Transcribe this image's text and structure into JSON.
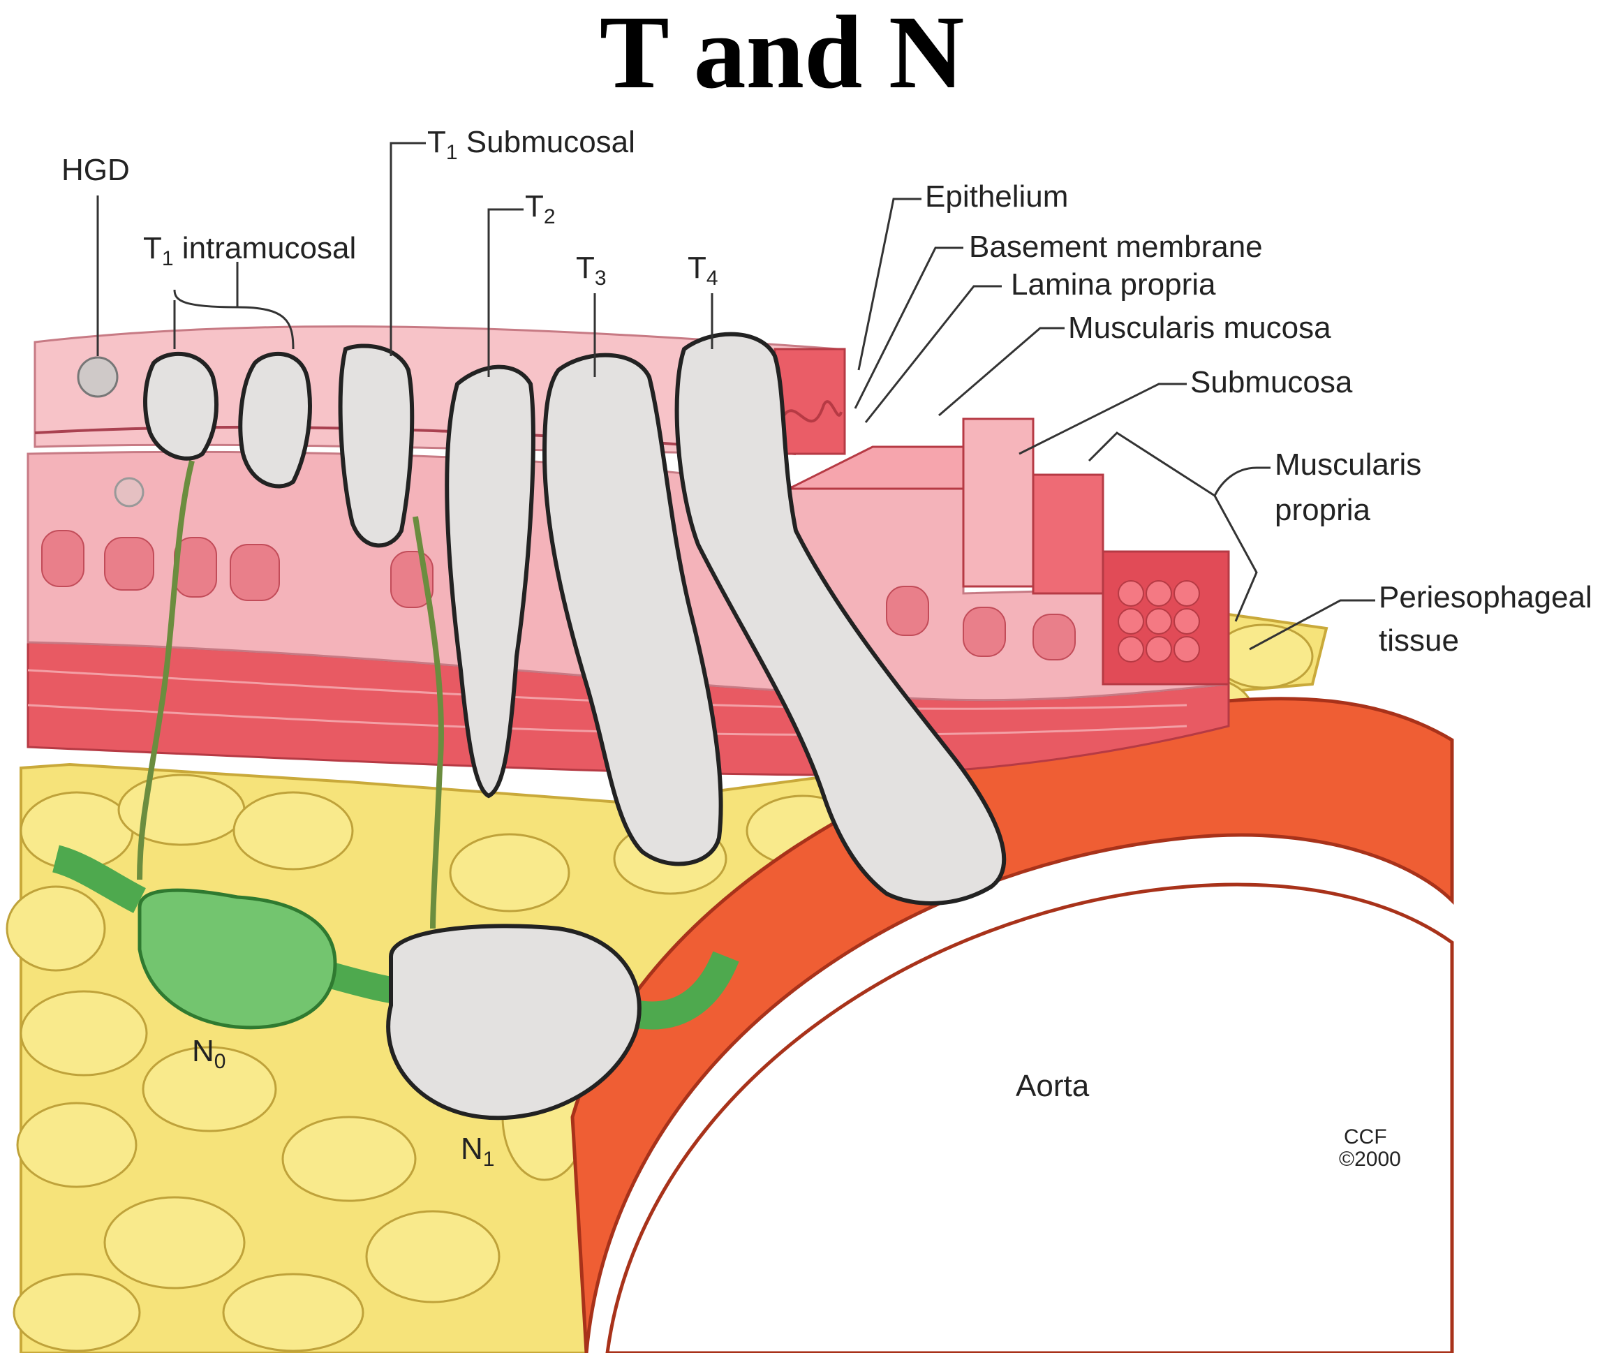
{
  "title": "T and N",
  "labels": {
    "hgd": "HGD",
    "t1_intramucosal": {
      "base": "T",
      "sub": "1",
      "rest": " intramucosal"
    },
    "t1_submucosal": {
      "base": "T",
      "sub": "1",
      "rest": " Submucosal"
    },
    "t2": {
      "base": "T",
      "sub": "2"
    },
    "t3": {
      "base": "T",
      "sub": "3"
    },
    "t4": {
      "base": "T",
      "sub": "4"
    },
    "epithelium": "Epithelium",
    "basement_membrane": "Basement membrane",
    "lamina_propria": "Lamina propria",
    "muscularis_mucosa": "Muscularis mucosa",
    "submucosa": "Submucosa",
    "muscularis_propria_1": "Muscularis",
    "muscularis_propria_2": "propria",
    "periesophageal_1": "Periesophageal",
    "periesophageal_2": "tissue",
    "n0": {
      "base": "N",
      "sub": "0"
    },
    "n1": {
      "base": "N",
      "sub": "1"
    },
    "aorta": "Aorta",
    "credit_1": "CCF",
    "credit_2": "©2000"
  }
}
